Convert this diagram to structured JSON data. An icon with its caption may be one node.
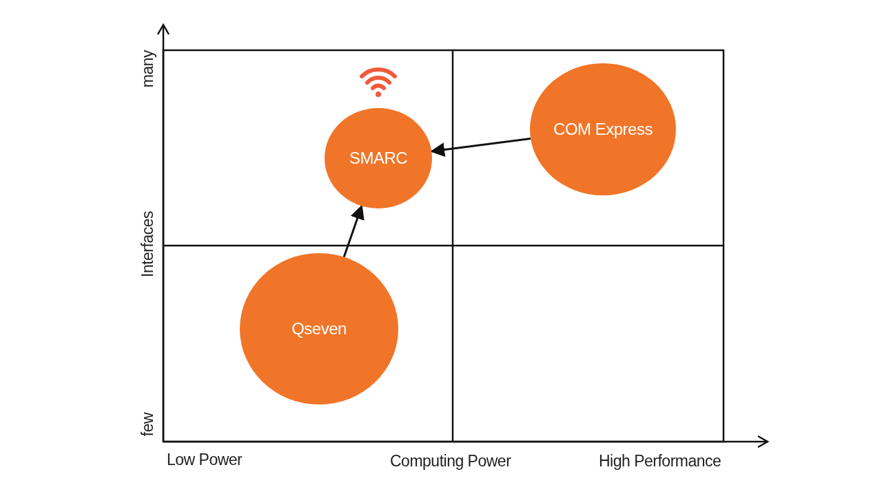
{
  "diagram": {
    "nodes": [
      {
        "text": [
          "SMARC"
        ]
      },
      {
        "text": [
          "COM Express"
        ]
      },
      {
        "text": [
          "Qseven"
        ]
      }
    ],
    "edges": [
      {
        "from": 1,
        "to": 0,
        "arrow": "to"
      },
      {
        "from": 2,
        "to": 0,
        "arrow": "to"
      }
    ],
    "labels": [
      "many",
      "Interfaces",
      "few",
      "Low Power",
      "Computing Power",
      "High Performance"
    ]
  }
}
